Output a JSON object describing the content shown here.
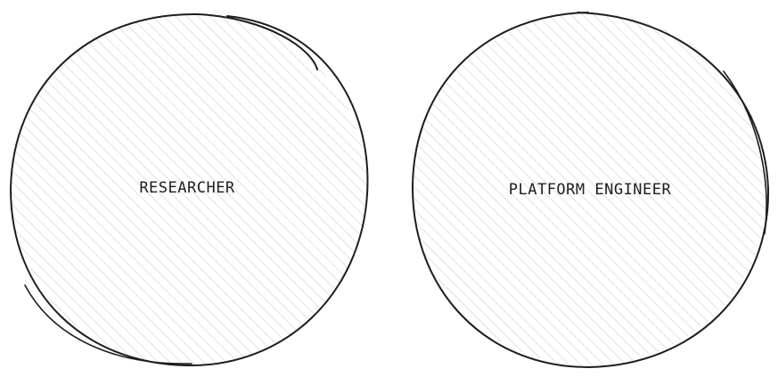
{
  "diagram": {
    "stroke_color": "#1e1e1e",
    "hatch_color": "#c9c9c9",
    "background_color": "#ffffff",
    "nodes": [
      {
        "id": "researcher",
        "shape": "ellipse",
        "fill": "hachure",
        "label": "RESEARCHER"
      },
      {
        "id": "platform-engineer",
        "shape": "ellipse",
        "fill": "hachure",
        "label": "PLATFORM ENGINEER"
      }
    ]
  }
}
